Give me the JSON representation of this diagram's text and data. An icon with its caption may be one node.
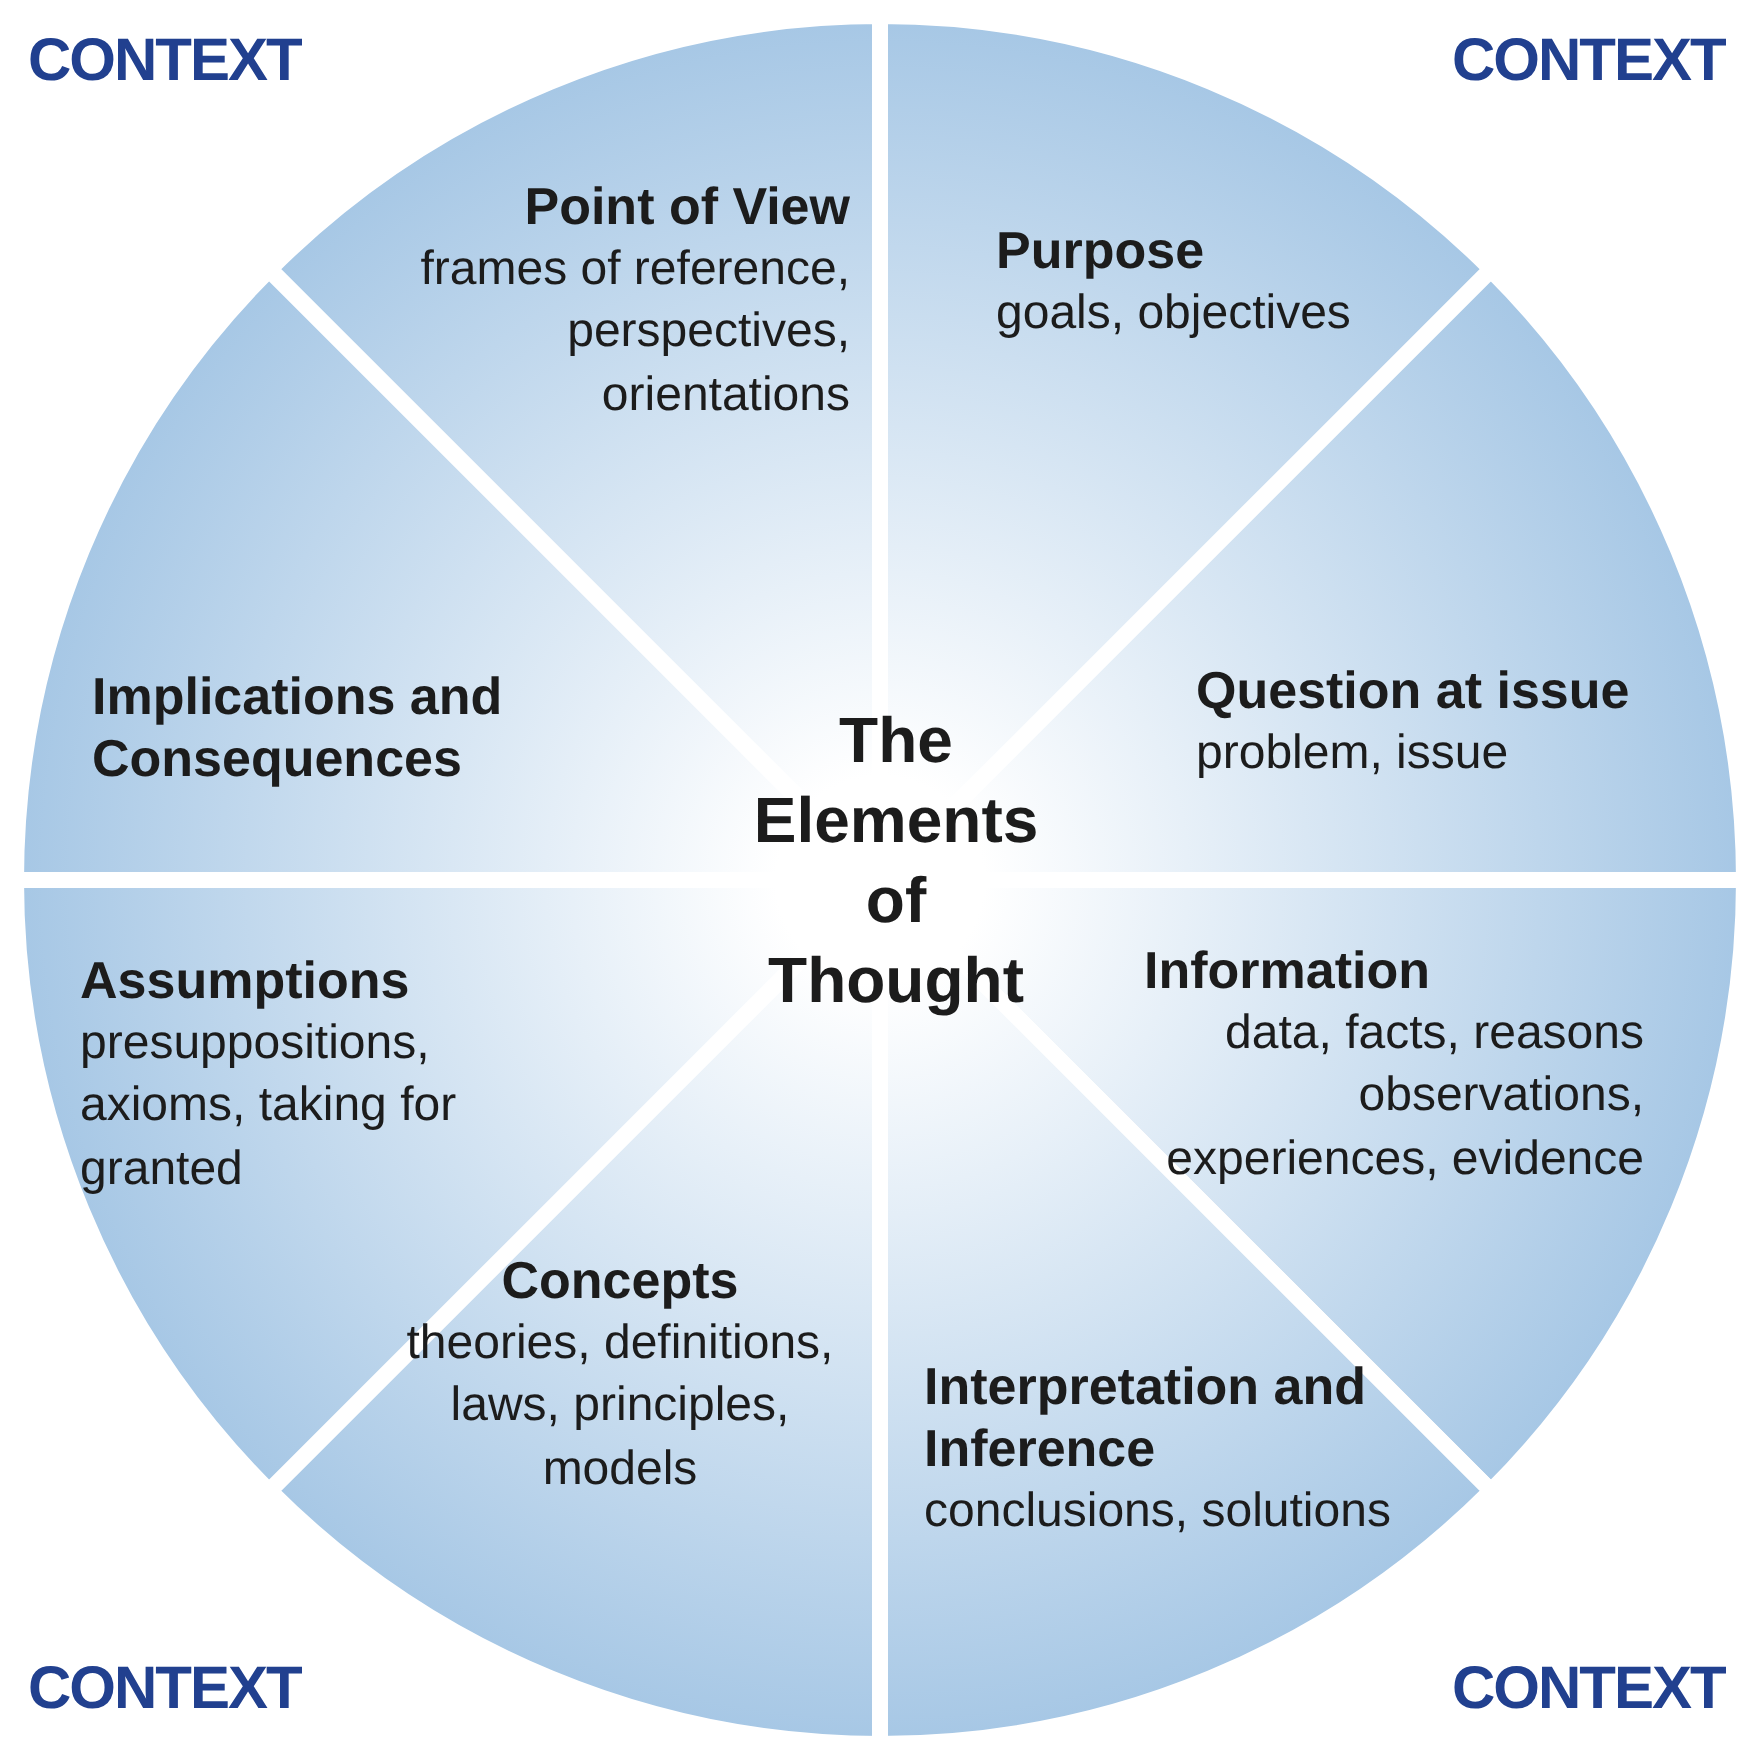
{
  "diagram": {
    "nodes": [
      {
        "text": [
          "The Elements of Thought"
        ]
      },
      {
        "text": [
          "Point of View",
          "frames of reference, perspectives, orientations"
        ],
        "in": 0
      },
      {
        "text": [
          "Purpose",
          "goals, objectives"
        ],
        "in": 0
      },
      {
        "text": [
          "Implications and Consequences"
        ],
        "in": 0
      },
      {
        "text": [
          "Question at issue",
          "problem, issue"
        ],
        "in": 0
      },
      {
        "text": [
          "Assumptions",
          "presuppositions, axioms, taking for granted"
        ],
        "in": 0
      },
      {
        "text": [
          "Information",
          "data, facts, reasons observations, experiences, evidence"
        ],
        "in": 0
      },
      {
        "text": [
          "Concepts",
          "theories, definitions, laws, principles, models"
        ],
        "in": 0
      },
      {
        "text": [
          "Interpretation and Inference",
          "conclusions, solutions"
        ],
        "in": 0
      }
    ],
    "labels": [
      "CONTEXT",
      "CONTEXT",
      "CONTEXT",
      "CONTEXT"
    ]
  }
}
